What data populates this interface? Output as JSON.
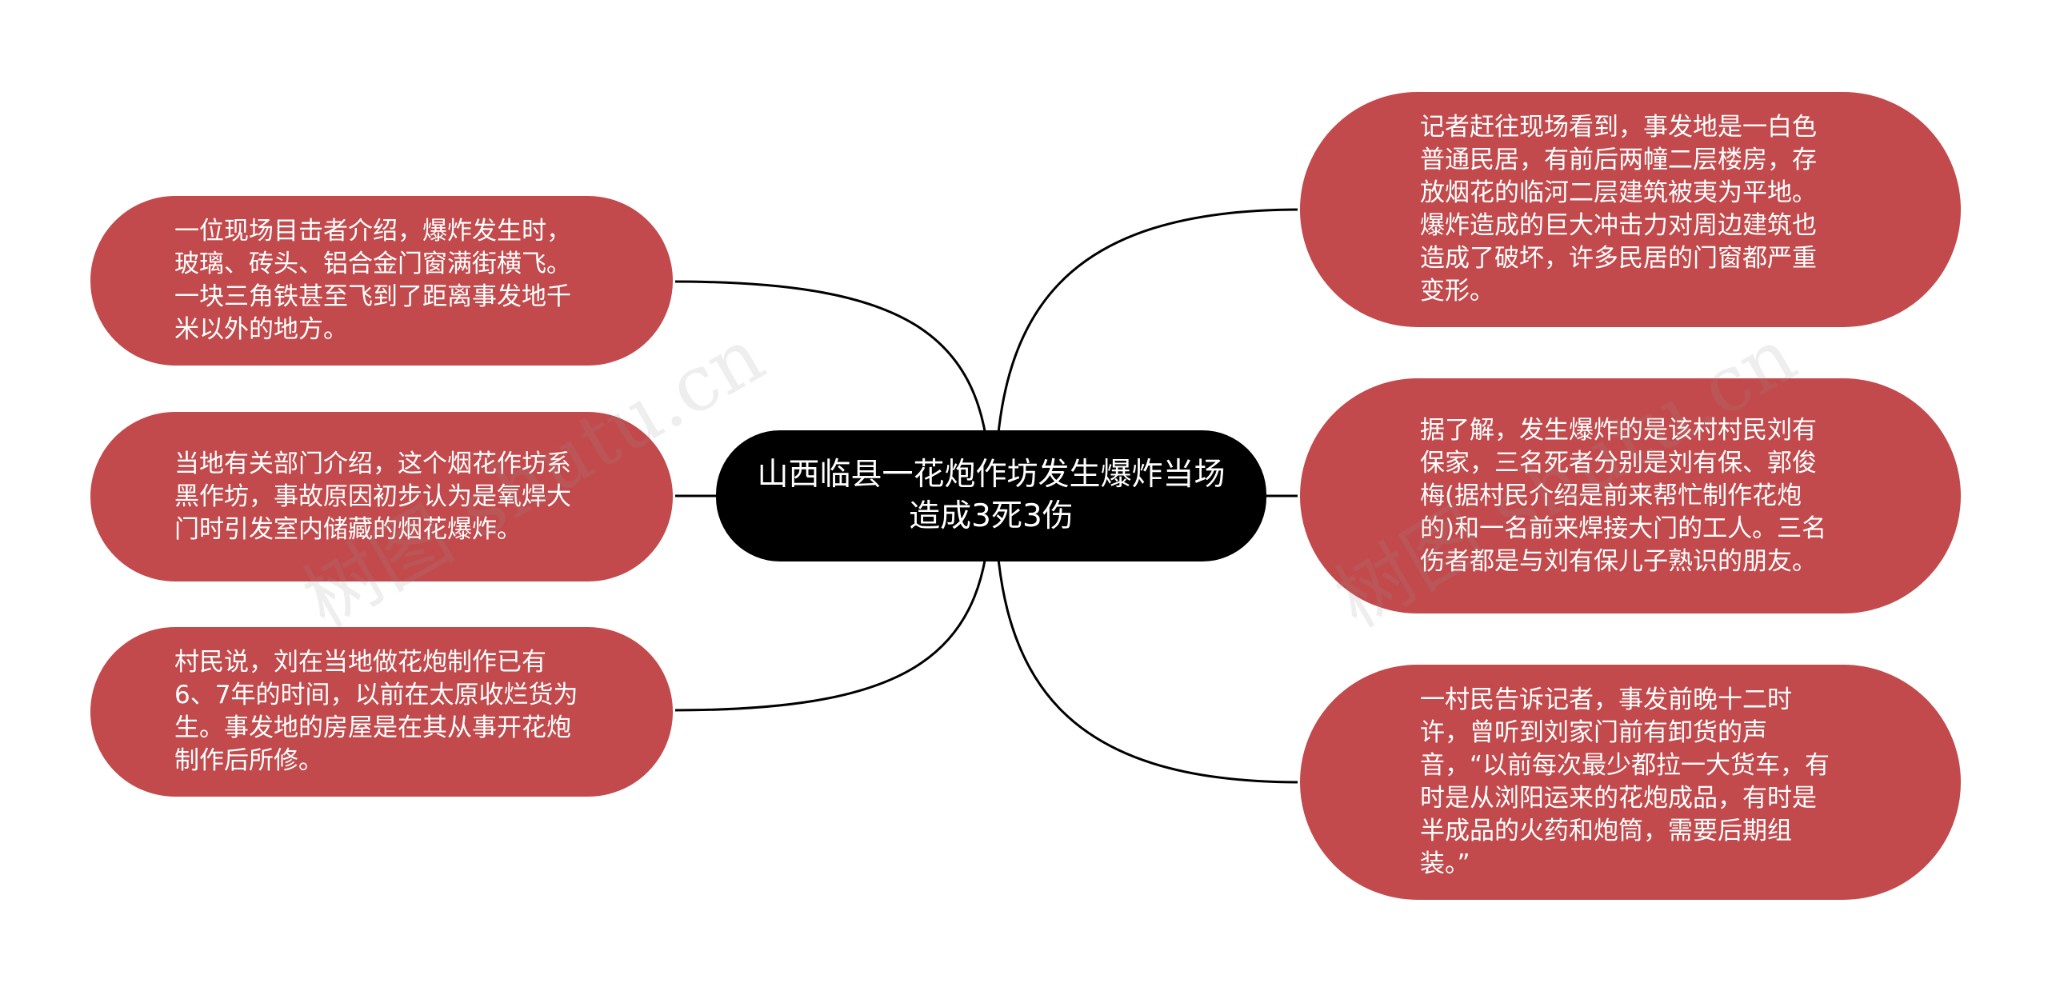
{
  "center": {
    "title": "山西临县一花炮作坊发生爆炸当场造成3死3伤"
  },
  "left_nodes": [
    {
      "id": "left-1",
      "text": "一位现场目击者介绍，爆炸发生时，玻璃、砖头、铝合金门窗满街横飞。一块三角铁甚至飞到了距离事发地千米以外的地方。"
    },
    {
      "id": "left-2",
      "text": "当地有关部门介绍，这个烟花作坊系黑作坊，事故原因初步认为是氧焊大门时引发室内储藏的烟花爆炸。"
    },
    {
      "id": "left-3",
      "text": "村民说，刘在当地做花炮制作已有6、7年的时间，以前在太原收烂货为生。事发地的房屋是在其从事开花炮制作后所修。"
    }
  ],
  "right_nodes": [
    {
      "id": "right-1",
      "text": "记者赶往现场看到，事发地是一白色普通民居，有前后两幢二层楼房，存放烟花的临河二层建筑被夷为平地。爆炸造成的巨大冲击力对周边建筑也造成了破坏，许多民居的门窗都严重变形。"
    },
    {
      "id": "right-2",
      "text": "据了解，发生爆炸的是该村村民刘有保家，三名死者分别是刘有保、郭俊梅(据村民介绍是前来帮忙制作花炮的)和一名前来焊接大门的工人。三名伤者都是与刘有保儿子熟识的朋友。"
    },
    {
      "id": "right-3",
      "text": "一村民告诉记者，事发前晚十二时许，曾听到刘家门前有卸货的声音，“以前每次最少都拉一大货车，有时是从浏阳运来的花炮成品，有时是半成品的火药和炮筒，需要后期组装。”"
    }
  ],
  "watermarks": [
    "树图 shutu.cn",
    "树图 shutu.cn"
  ],
  "colors": {
    "node_fill": "#c24a4c",
    "center_fill": "#000000",
    "connector": "#000000",
    "background": "#ffffff"
  }
}
